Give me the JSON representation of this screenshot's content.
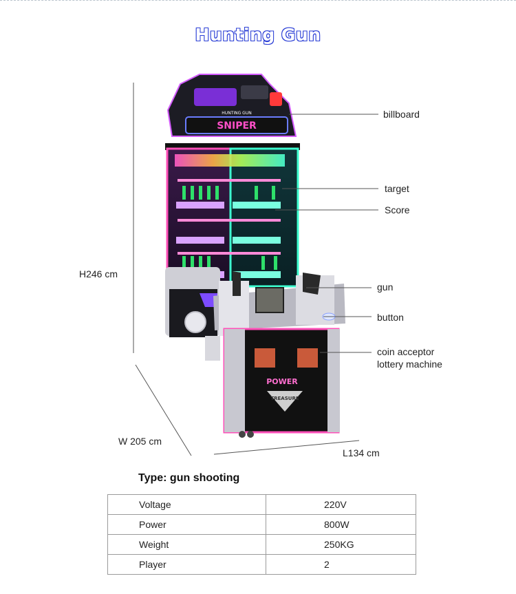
{
  "title": "Hunting Gun",
  "callouts": {
    "billboard": "billboard",
    "target": "target",
    "score": "Score",
    "gun": "gun",
    "button": "button",
    "coin_line1": "coin acceptor",
    "coin_line2": "lottery machine"
  },
  "dimensions": {
    "height": "H246 cm",
    "width": "W 205 cm",
    "length": "L134 cm"
  },
  "machine_art": {
    "sign_text": "SNIPER",
    "sign_small": "HUNTING GUN",
    "panel_brand": "POWER",
    "panel_text": "TREASURE"
  },
  "type_heading": "Type: gun shooting",
  "specs": [
    {
      "label": "Voltage",
      "value": "220V"
    },
    {
      "label": "Power",
      "value": "800W"
    },
    {
      "label": "Weight",
      "value": "250KG"
    },
    {
      "label": "Player",
      "value": "2"
    }
  ]
}
